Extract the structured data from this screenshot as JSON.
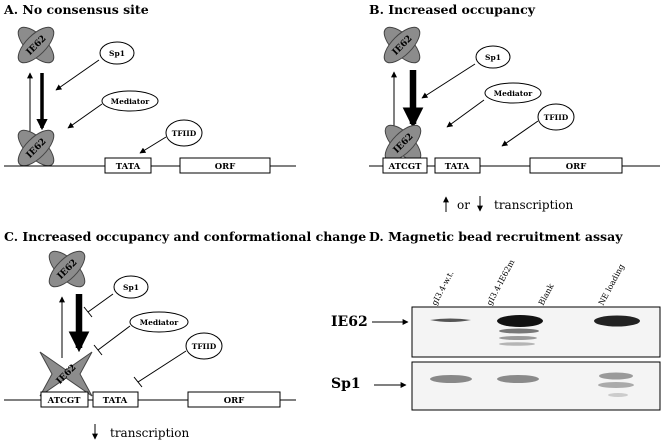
{
  "panels": {
    "a": {
      "title": "A. No consensus site"
    },
    "b": {
      "title": "B. Increased occupancy",
      "transcription": "or",
      "transcription_word": "transcription"
    },
    "c": {
      "title": "C. Increased occupancy and conformational change",
      "transcription_word": "transcription"
    },
    "d": {
      "title": "D. Magnetic bead recruitment assay"
    }
  },
  "labels": {
    "ie62": "IE62",
    "sp1": "Sp1",
    "mediator": "Mediator",
    "tfiid": "TFIID",
    "tata": "TATA",
    "orf": "ORF",
    "site": "ATCGT"
  },
  "blot": {
    "lanes": [
      "gI3.4-w.t.",
      "gI3.4-IE62m",
      "Blank",
      "NE loading"
    ],
    "rows": [
      "IE62",
      "Sp1"
    ],
    "colors": {
      "band": "#1a1a1a",
      "membrane": "#f4f4f4",
      "ellipse": "#9a9a9a"
    }
  }
}
